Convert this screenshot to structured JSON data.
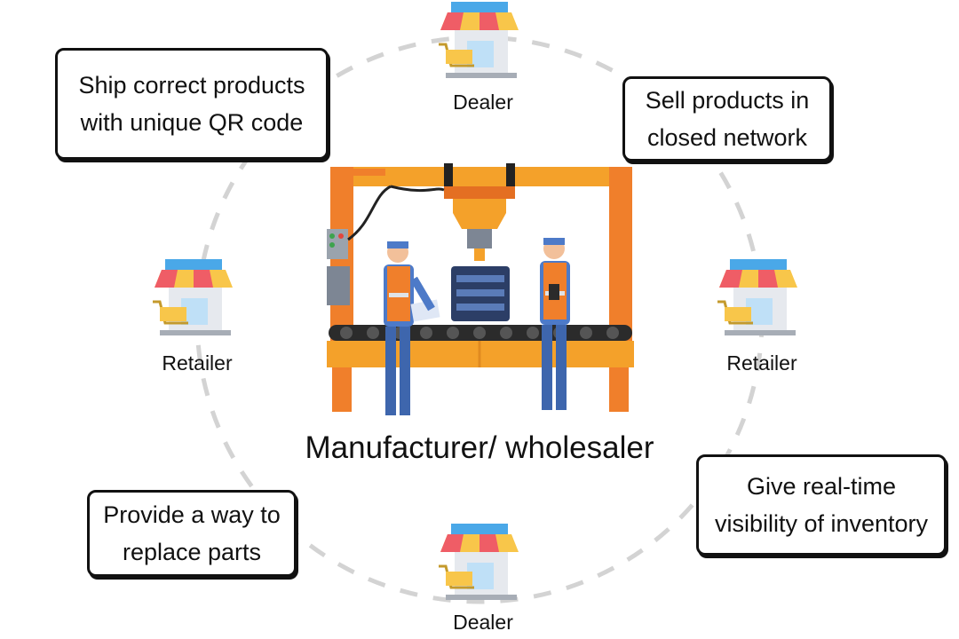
{
  "center": {
    "title": "Manufacturer/ wholesaler"
  },
  "nodes": {
    "dealer_top": {
      "label": "Dealer",
      "icon": "store-icon"
    },
    "dealer_bottom": {
      "label": "Dealer",
      "icon": "store-icon"
    },
    "retailer_left": {
      "label": "Retailer",
      "icon": "store-icon"
    },
    "retailer_right": {
      "label": "Retailer",
      "icon": "store-icon"
    }
  },
  "callouts": {
    "top_left": "Ship correct products with unique QR code",
    "top_right": "Sell products in closed network",
    "bottom_left": "Provide a way to replace parts",
    "bottom_right": "Give real-time visibility of inventory"
  },
  "colors": {
    "ring": "#d3d3d3",
    "machine": "#f07f2b",
    "machine_beam": "#f4a12a",
    "worker_shirt": "#4d7ac8",
    "vest": "#f07f2b",
    "awning_red": "#ef5d66",
    "awning_yellow": "#f8c64a",
    "store_wall": "#e6e9ee",
    "cart": "#f8c64a"
  }
}
